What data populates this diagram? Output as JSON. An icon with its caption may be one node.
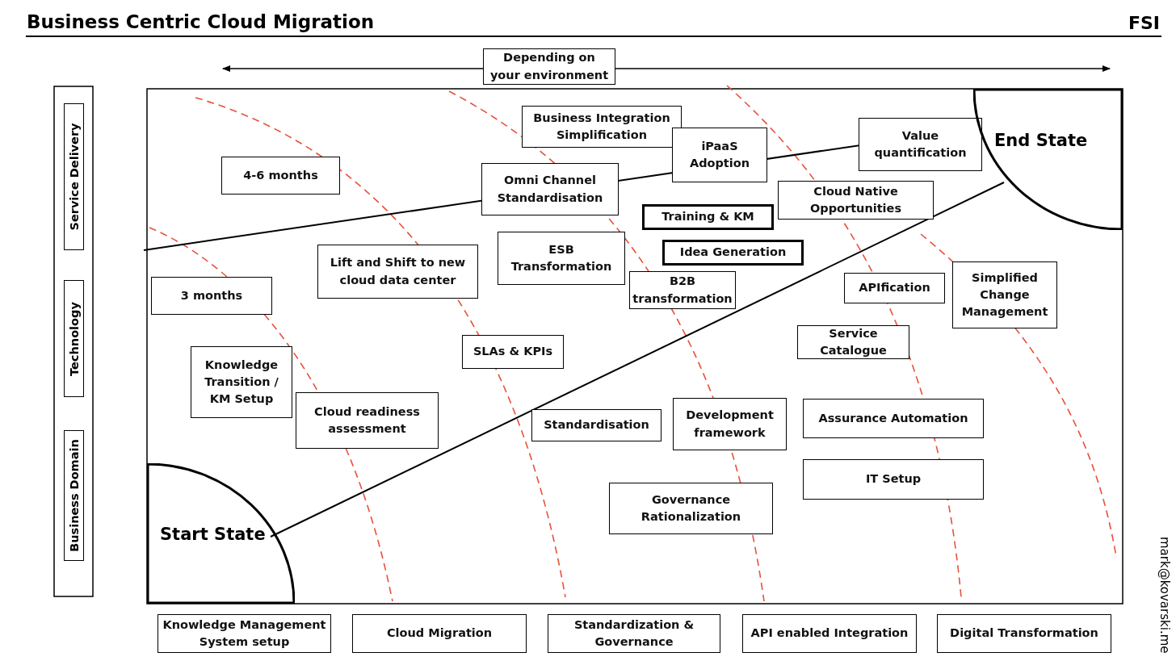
{
  "diagram": {
    "title": "Business Centric Cloud Migration",
    "nodes": [
      {
        "text": [
          "Depending on your environment"
        ]
      },
      {
        "text": [
          "Service Delivery"
        ]
      },
      {
        "text": [
          "Technology"
        ]
      },
      {
        "text": [
          "Business Domain"
        ]
      },
      {
        "text": [
          "Business Integration Simplification"
        ]
      },
      {
        "text": [
          "iPaaS Adoption"
        ]
      },
      {
        "text": [
          "Value quantification"
        ]
      },
      {
        "text": [
          "End State"
        ]
      },
      {
        "text": [
          "4-6 months"
        ]
      },
      {
        "text": [
          "Omni Channel Standardisation"
        ]
      },
      {
        "text": [
          "Cloud Native Opportunities"
        ]
      },
      {
        "text": [
          "Training & KM"
        ]
      },
      {
        "text": [
          "APIfication"
        ]
      },
      {
        "text": [
          "Lift and Shift to new cloud data center"
        ]
      },
      {
        "text": [
          "ESB Transformation"
        ]
      },
      {
        "text": [
          "Idea Generation"
        ]
      },
      {
        "text": [
          "3 months"
        ]
      },
      {
        "text": [
          "Simplified Change Management"
        ]
      },
      {
        "text": [
          "B2B transformation"
        ]
      },
      {
        "text": [
          "Service Catalogue"
        ]
      },
      {
        "text": [
          "SLAs & KPIs"
        ]
      },
      {
        "text": [
          "Knowledge Transition / KM Setup"
        ]
      },
      {
        "text": [
          "Standardisation"
        ]
      },
      {
        "text": [
          "Development framework"
        ]
      },
      {
        "text": [
          "Assurance Automation"
        ]
      },
      {
        "text": [
          "Cloud readiness assessment"
        ]
      },
      {
        "text": [
          "IT Setup"
        ]
      },
      {
        "text": [
          "Governance Rationalization"
        ]
      },
      {
        "text": [
          "Start State"
        ]
      },
      {
        "text": [
          "Knowledge Management System setup"
        ]
      },
      {
        "text": [
          "Cloud Migration"
        ]
      },
      {
        "text": [
          "Standardization & Governance"
        ]
      },
      {
        "text": [
          "API enabled Integration"
        ]
      },
      {
        "text": [
          "Digital Transformation"
        ]
      }
    ],
    "edges": [
      {
        "from": null,
        "to": 7,
        "arrow": "none"
      },
      {
        "from": 28,
        "to": 7,
        "arrow": "none"
      }
    ],
    "labels": [
      "FSI",
      "mark@kovarski.me"
    ]
  }
}
